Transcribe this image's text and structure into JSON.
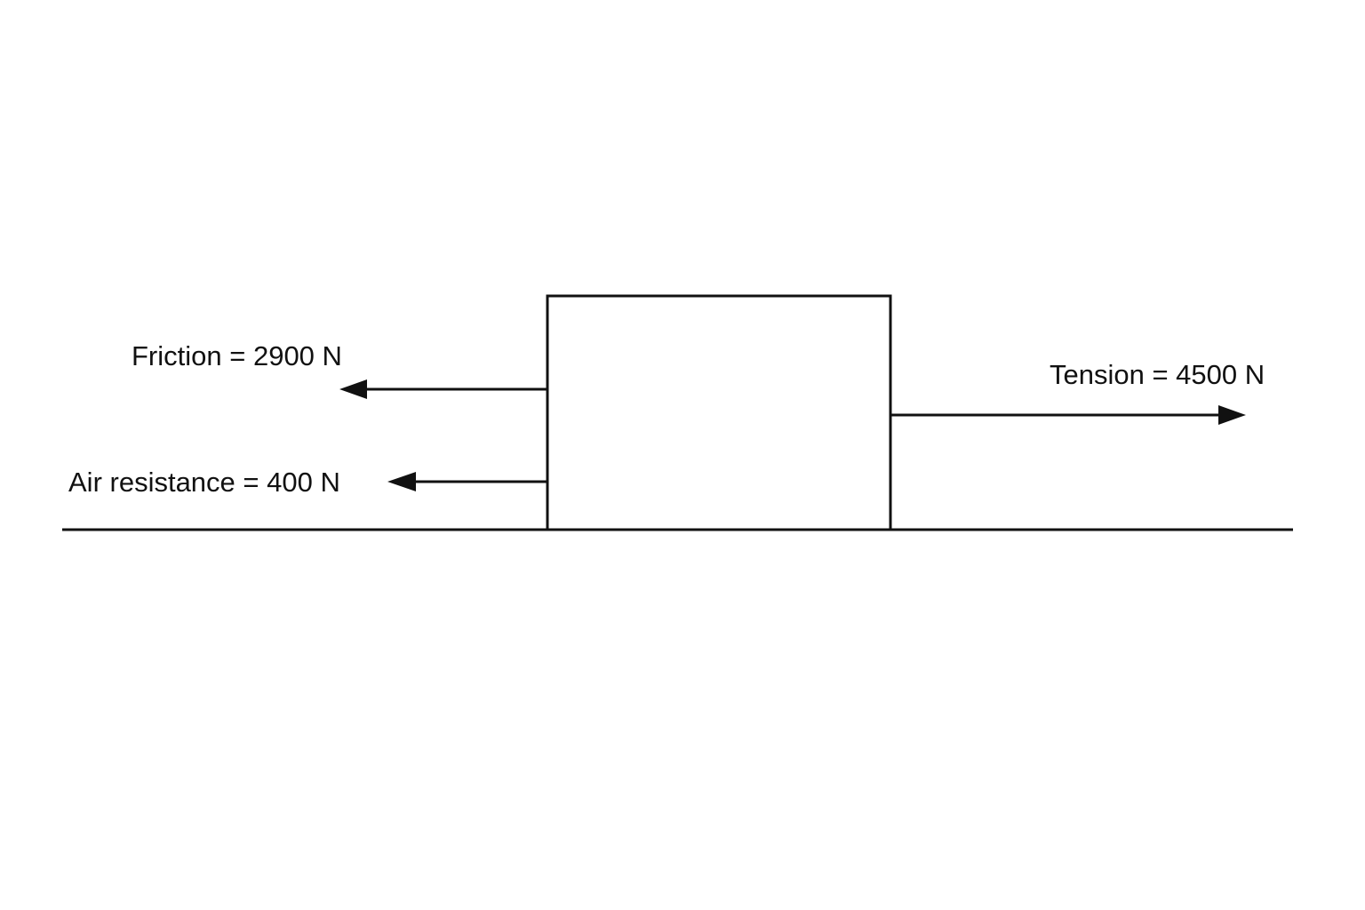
{
  "diagram": {
    "type": "free-body-diagram",
    "colors": {
      "ink": "#111111",
      "background": "#ffffff"
    },
    "forces": [
      {
        "name": "Friction",
        "label": "Friction = 2900 N",
        "magnitude_n": 2900,
        "direction": "left"
      },
      {
        "name": "Air resistance",
        "label": "Air resistance = 400 N",
        "magnitude_n": 400,
        "direction": "left"
      },
      {
        "name": "Tension",
        "label": "Tension = 4500 N",
        "magnitude_n": 4500,
        "direction": "right"
      }
    ]
  }
}
